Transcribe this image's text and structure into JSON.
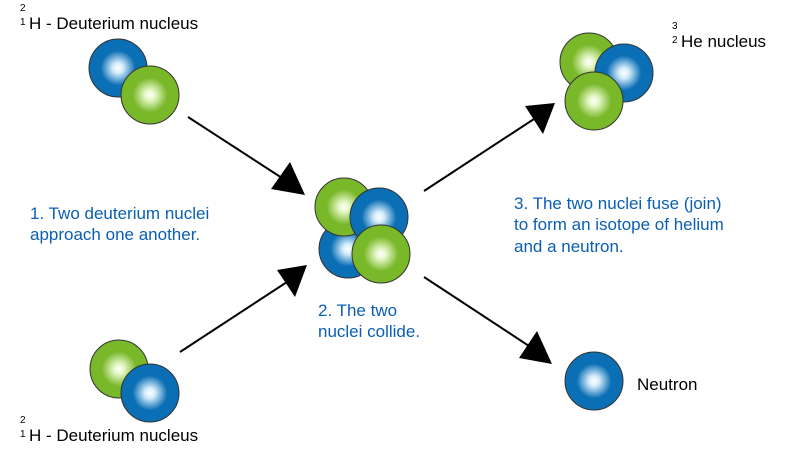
{
  "colors": {
    "proton": "#79b829",
    "proton_light": "#e4f7c6",
    "neutron": "#0b6fb5",
    "neutron_light": "#d4ecfb",
    "step_text": "#0a5fb4",
    "arrow": "#000000"
  },
  "deuterium_top": {
    "mass_number": "2",
    "atomic_number": "1",
    "text": "H - Deuterium nucleus"
  },
  "deuterium_bottom": {
    "mass_number": "2",
    "atomic_number": "1",
    "text": "H - Deuterium nucleus"
  },
  "helium": {
    "mass_number": "3",
    "atomic_number": "2",
    "text": "He nucleus"
  },
  "neutron_label": "Neutron",
  "steps": {
    "approach": "1. Two deuterium nuclei\napproach one another.",
    "collide": "2. The two\nnuclei collide.",
    "fuse": "3. The two nuclei fuse (join)\nto form an isotope of helium\nand a neutron."
  }
}
